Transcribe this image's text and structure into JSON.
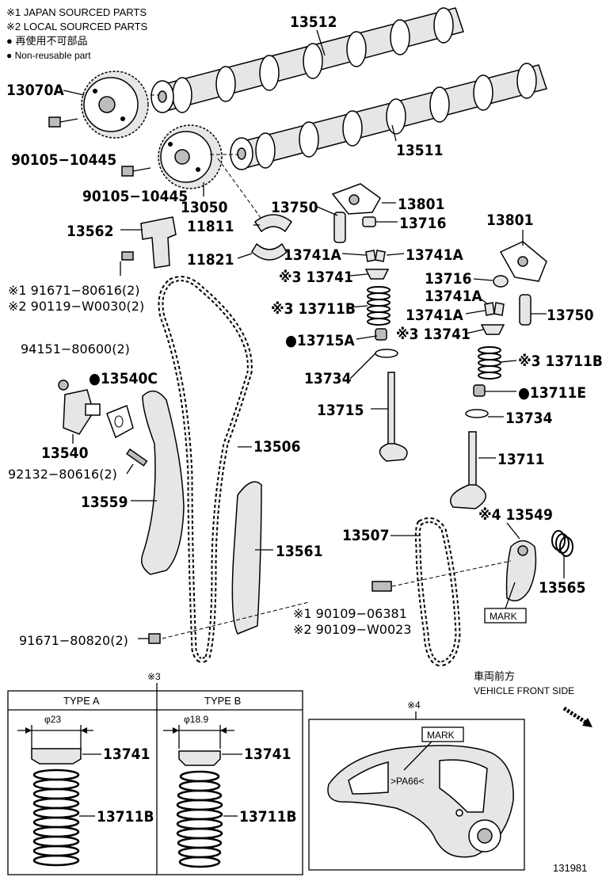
{
  "legend": {
    "japan": "※1 JAPAN SOURCED PARTS",
    "local": "※2 LOCAL SOURCED PARTS",
    "nonreuse_jp": "● 再使用不可部品",
    "nonreuse_en": "● Non-reusable part"
  },
  "parts": {
    "p13512": "13512",
    "p13070A": "13070A",
    "p90105a": "90105−10445",
    "p90105b": "90105−10445",
    "p13511": "13511",
    "p13050": "13050",
    "p13750a": "13750",
    "p13801a": "13801",
    "p13716a": "13716",
    "p13801b": "13801",
    "p13562": "13562",
    "p11811": "11811",
    "p11821": "11821",
    "p13741Aa": "13741A",
    "p13741Ab": "13741A",
    "p13741a": "※3 13741",
    "p13716b": "13716",
    "p91671a": "※1 91671−80616(2)",
    "p90119": "※2 90119−W0030(2)",
    "p13741Ac": "13741A",
    "p13711Ba": "※3 13711B",
    "p13741Ad": "13741A",
    "p13750b": "13750",
    "p13715A": "●13715A",
    "p13741b": "※3 13741",
    "p94151": "94151−80600(2)",
    "p13540C": "●13540C",
    "p13734a": "13734",
    "p13711Bb": "※3 13711B",
    "p13711E": "●13711E",
    "p13715": "13715",
    "p13734b": "13734",
    "p13506": "13506",
    "p13540": "13540",
    "p92132": "92132−80616(2)",
    "p13711": "13711",
    "p13559": "13559",
    "p13549": "※4 13549",
    "p13507": "13507",
    "p13561": "13561",
    "p13565": "13565",
    "p90109a": "※1 90109−06381",
    "p90109b": "※2 90109−W0023",
    "p91671b": "91671−80820(2)"
  },
  "mark_label": "MARK",
  "vehicle_front_jp": "車両前方",
  "vehicle_front_en": "VEHICLE FRONT SIDE",
  "inset_note3": "※3",
  "inset_note4": "※4",
  "type_a": {
    "title": "TYPE A",
    "dia": "φ23",
    "p13741": "13741",
    "p13711B": "13711B"
  },
  "type_b": {
    "title": "TYPE B",
    "dia": "φ18.9",
    "p13741": "13741",
    "p13711B": "13711B"
  },
  "inset_mark": "MARK",
  "inset_stamp": ">PA66<",
  "figure_number": "131981"
}
